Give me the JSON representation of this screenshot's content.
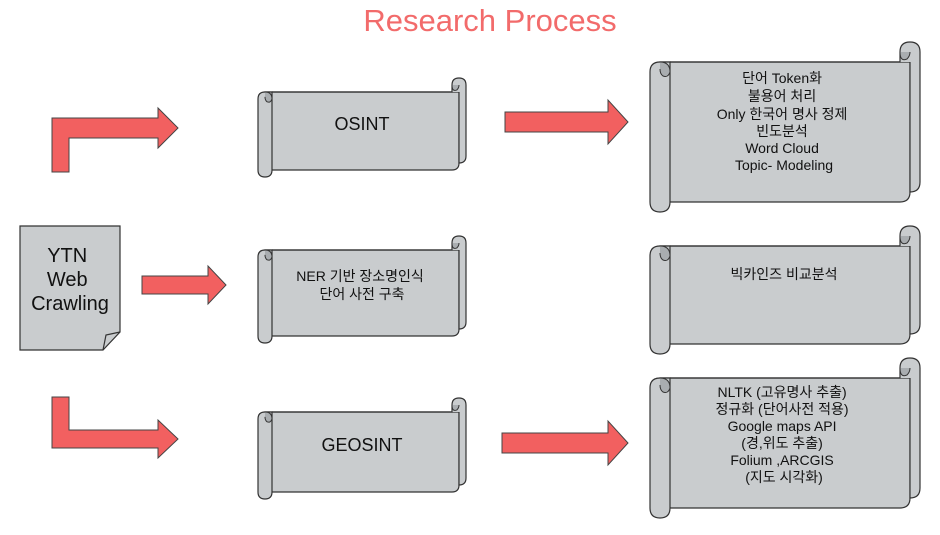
{
  "title": "Research Process",
  "colors": {
    "title": "#f26b6b",
    "arrow_fill": "#f26060",
    "arrow_stroke": "#444444",
    "scroll_fill": "#c9ccce",
    "scroll_stroke": "#333333",
    "doc_fill": "#c9ccce"
  },
  "source_doc": {
    "lines": [
      "YTN",
      "Web",
      "Crawling"
    ]
  },
  "scrolls": {
    "osint": {
      "lines": [
        "OSINT"
      ]
    },
    "ner": {
      "lines": [
        "NER 기반 장소명인식",
        "단어 사전 구축"
      ]
    },
    "geosint": {
      "lines": [
        "GEOSINT"
      ]
    },
    "osint_steps": {
      "lines": [
        "단어 Token화",
        "불용어 처리",
        "Only 한국어 명사 정제",
        "빈도분석",
        "Word Cloud",
        "Topic- Modeling"
      ]
    },
    "bigkinds": {
      "lines": [
        "빅카인즈 비교분석"
      ]
    },
    "geosint_steps": {
      "lines": [
        "NLTK (고유명사 추출)",
        "정규화 (단어사전 적용)",
        "Google maps API",
        "(경,위도 추출)",
        "Folium ,ARCGIS",
        "(지도 시각화)"
      ]
    }
  }
}
